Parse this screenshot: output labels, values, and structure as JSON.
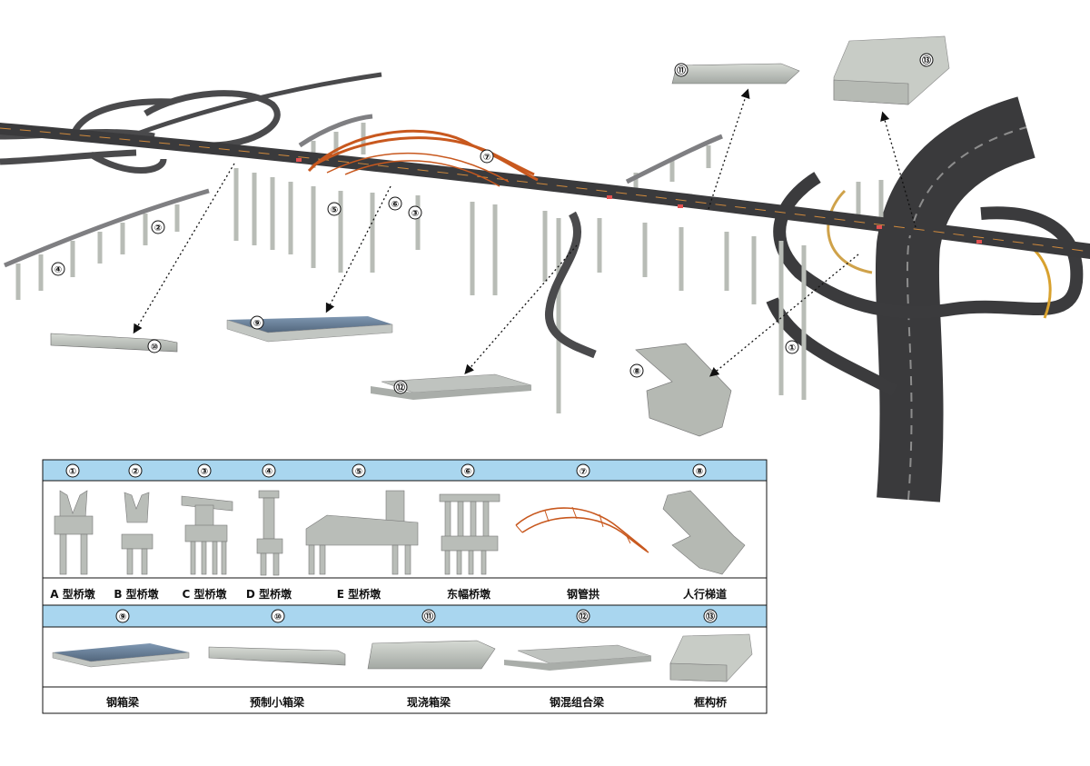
{
  "callouts": [
    "①",
    "②",
    "③",
    "④",
    "⑤",
    "⑥",
    "⑦",
    "⑧",
    "⑨",
    "⑩",
    "⑪",
    "⑫",
    "⑬"
  ],
  "legend": {
    "row1": [
      {
        "num": "①",
        "label": "A 型桥墩",
        "icon": "a-type-pier-icon"
      },
      {
        "num": "②",
        "label": "B 型桥墩",
        "icon": "b-type-pier-icon"
      },
      {
        "num": "③",
        "label": "C 型桥墩",
        "icon": "c-type-pier-icon"
      },
      {
        "num": "④",
        "label": "D 型桥墩",
        "icon": "d-type-pier-icon"
      },
      {
        "num": "⑤",
        "label": "E 型桥墩",
        "icon": "e-type-pier-icon"
      },
      {
        "num": "⑥",
        "label": "东幅桥墩",
        "icon": "east-pier-icon"
      },
      {
        "num": "⑦",
        "label": "钢管拱",
        "icon": "steel-tube-arch-icon"
      },
      {
        "num": "⑧",
        "label": "人行梯道",
        "icon": "pedestrian-stair-icon"
      }
    ],
    "row2": [
      {
        "num": "⑨",
        "label": "钢箱梁",
        "icon": "steel-box-girder-icon"
      },
      {
        "num": "⑩",
        "label": "预制小箱梁",
        "icon": "precast-box-girder-icon"
      },
      {
        "num": "⑪",
        "label": "现浇箱梁",
        "icon": "cast-in-place-girder-icon"
      },
      {
        "num": "⑫",
        "label": "钢混组合梁",
        "icon": "composite-girder-icon"
      },
      {
        "num": "⑬",
        "label": "框构桥",
        "icon": "frame-bridge-icon"
      }
    ]
  },
  "colors": {
    "header_band": "#a9d6ef",
    "arch": "#c8581e",
    "deck": "#3a3a3c",
    "concrete": "#c9cdc8"
  }
}
